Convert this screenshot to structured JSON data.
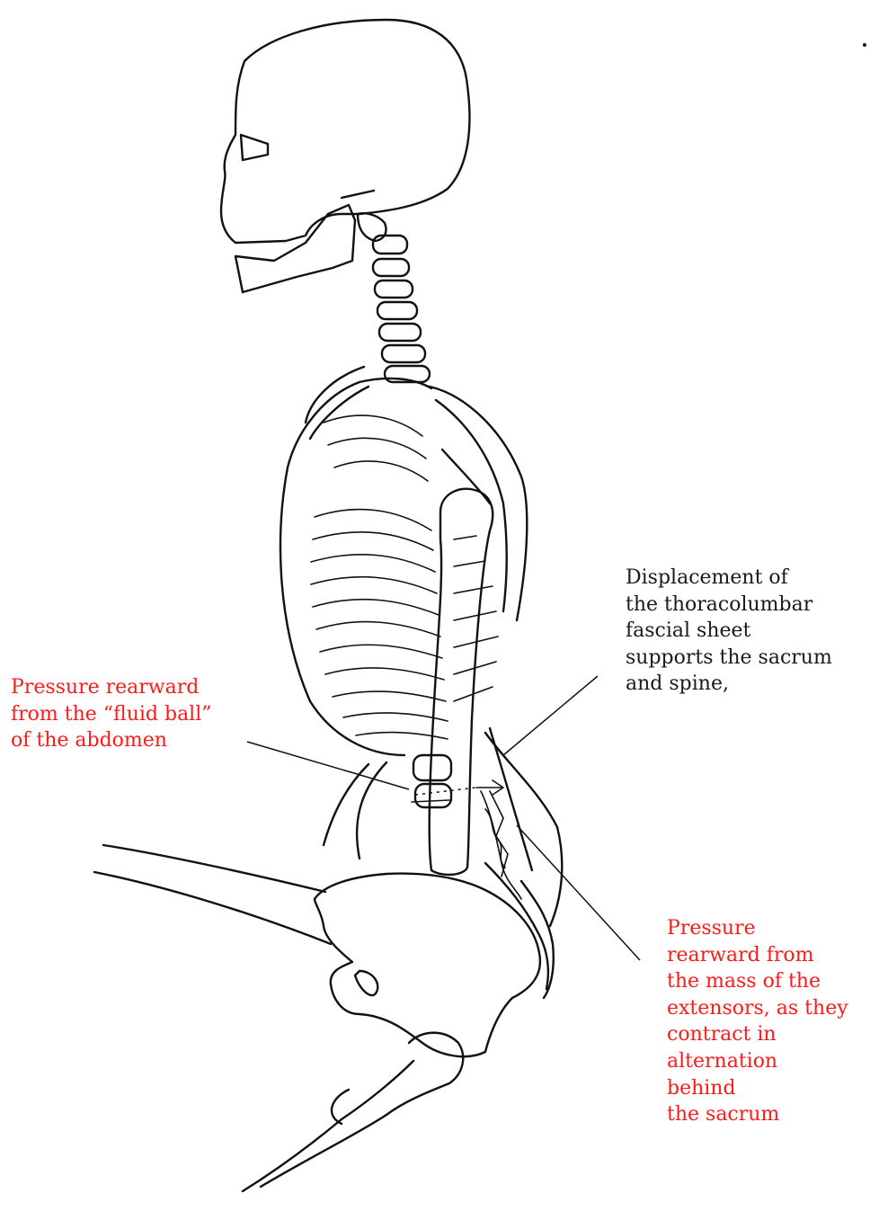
{
  "annotations": {
    "fascia_label": "Displacement of\nthe thoracolumbar\nfascial sheet\nsupports the sacrum\nand spine,",
    "abdomen_label": "Pressure rearward\nfrom the “fluid ball”\nof the abdomen",
    "extensors_label": "Pressure\nrearward from\nthe mass of the\nextensors, as they\ncontract in\nalternation\nbehind\nthe sacrum"
  },
  "colors": {
    "annotation_red": "#ff1a1a",
    "annotation_black": "#1a1a1a",
    "ink": "#111111"
  }
}
